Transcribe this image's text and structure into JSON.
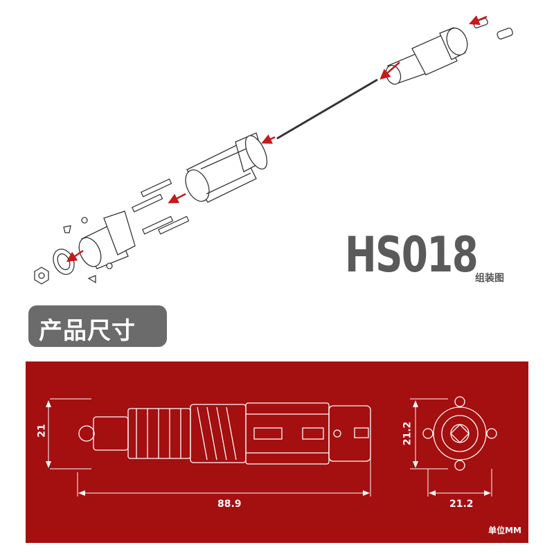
{
  "model": "HS018",
  "assembly_label": "组装图",
  "dimensions_title": "产品尺寸",
  "dimensions": {
    "height_side": "21",
    "length": "88.9",
    "height_front": "21.2",
    "width_front": "21.2"
  },
  "unit_label": "单位MM",
  "colors": {
    "panel": "#a40f10",
    "header": "#6b6b6b",
    "arrow": "#c41a1a"
  }
}
